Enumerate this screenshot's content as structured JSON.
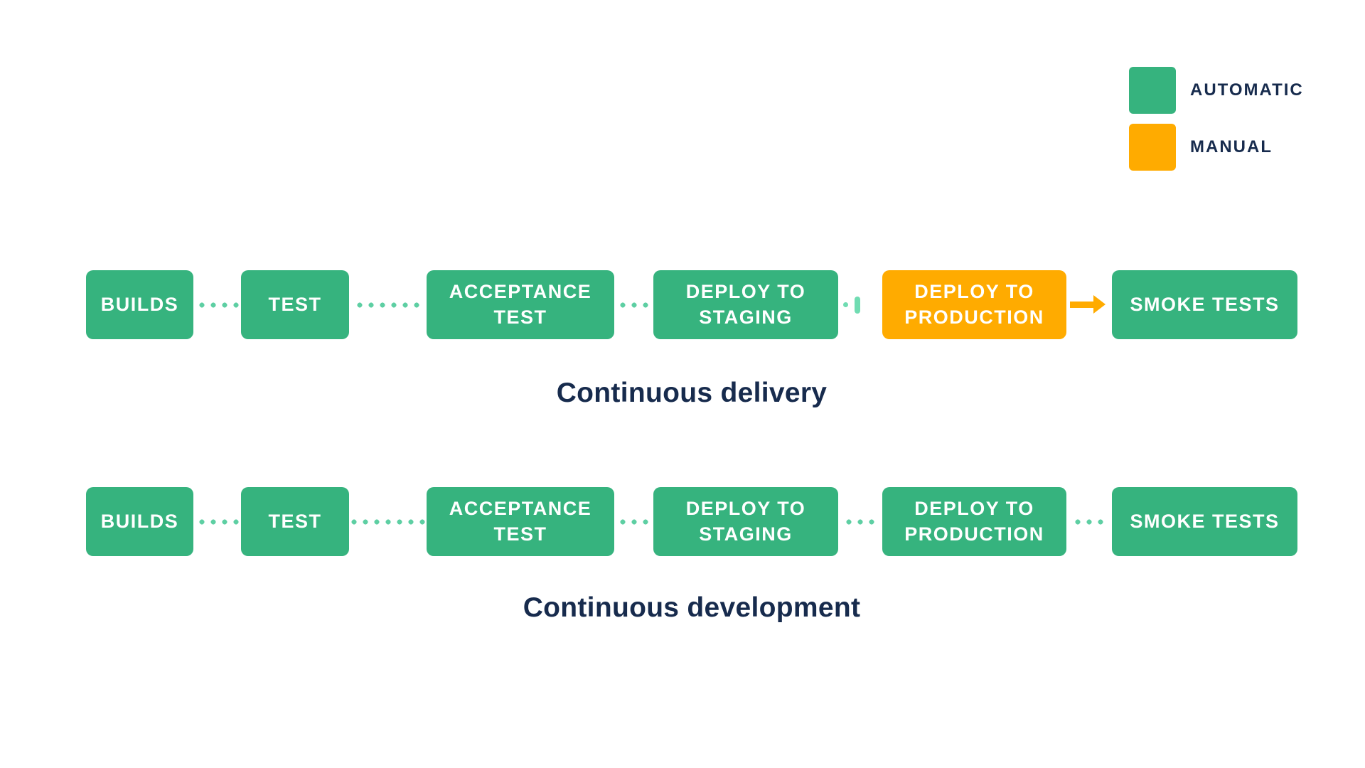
{
  "colors": {
    "automatic": "#36B37E",
    "manual": "#FFAB00",
    "dot_green": "#5ECFA3",
    "gate_green": "#70DCB2",
    "text_navy": "#172B4D",
    "background": "#FFFFFF",
    "stage_text": "#FFFFFF"
  },
  "legend": {
    "items": [
      {
        "label": "AUTOMATIC",
        "type": "automatic"
      },
      {
        "label": "MANUAL",
        "type": "manual"
      }
    ]
  },
  "pipelines": [
    {
      "caption": "Continuous delivery",
      "stages": [
        {
          "label": "BUILDS",
          "type": "automatic"
        },
        {
          "label": "TEST",
          "type": "automatic"
        },
        {
          "label": "ACCEPTANCE TEST",
          "type": "automatic"
        },
        {
          "label": "DEPLOY TO STAGING",
          "type": "automatic"
        },
        {
          "label": "DEPLOY TO PRODUCTION",
          "type": "manual"
        },
        {
          "label": "SMOKE TESTS",
          "type": "automatic"
        }
      ],
      "connectors": [
        "dots-4",
        "dots-6",
        "dots-3",
        "manual-gate",
        "manual-arrow"
      ]
    },
    {
      "caption": "Continuous development",
      "stages": [
        {
          "label": "BUILDS",
          "type": "automatic"
        },
        {
          "label": "TEST",
          "type": "automatic"
        },
        {
          "label": "ACCEPTANCE TEST",
          "type": "automatic"
        },
        {
          "label": "DEPLOY TO STAGING",
          "type": "automatic"
        },
        {
          "label": "DEPLOY TO PRODUCTION",
          "type": "automatic"
        },
        {
          "label": "SMOKE TESTS",
          "type": "automatic"
        }
      ],
      "connectors": [
        "dots-4",
        "dots-7",
        "dots-3",
        "dots-3",
        "dots-3"
      ]
    }
  ]
}
